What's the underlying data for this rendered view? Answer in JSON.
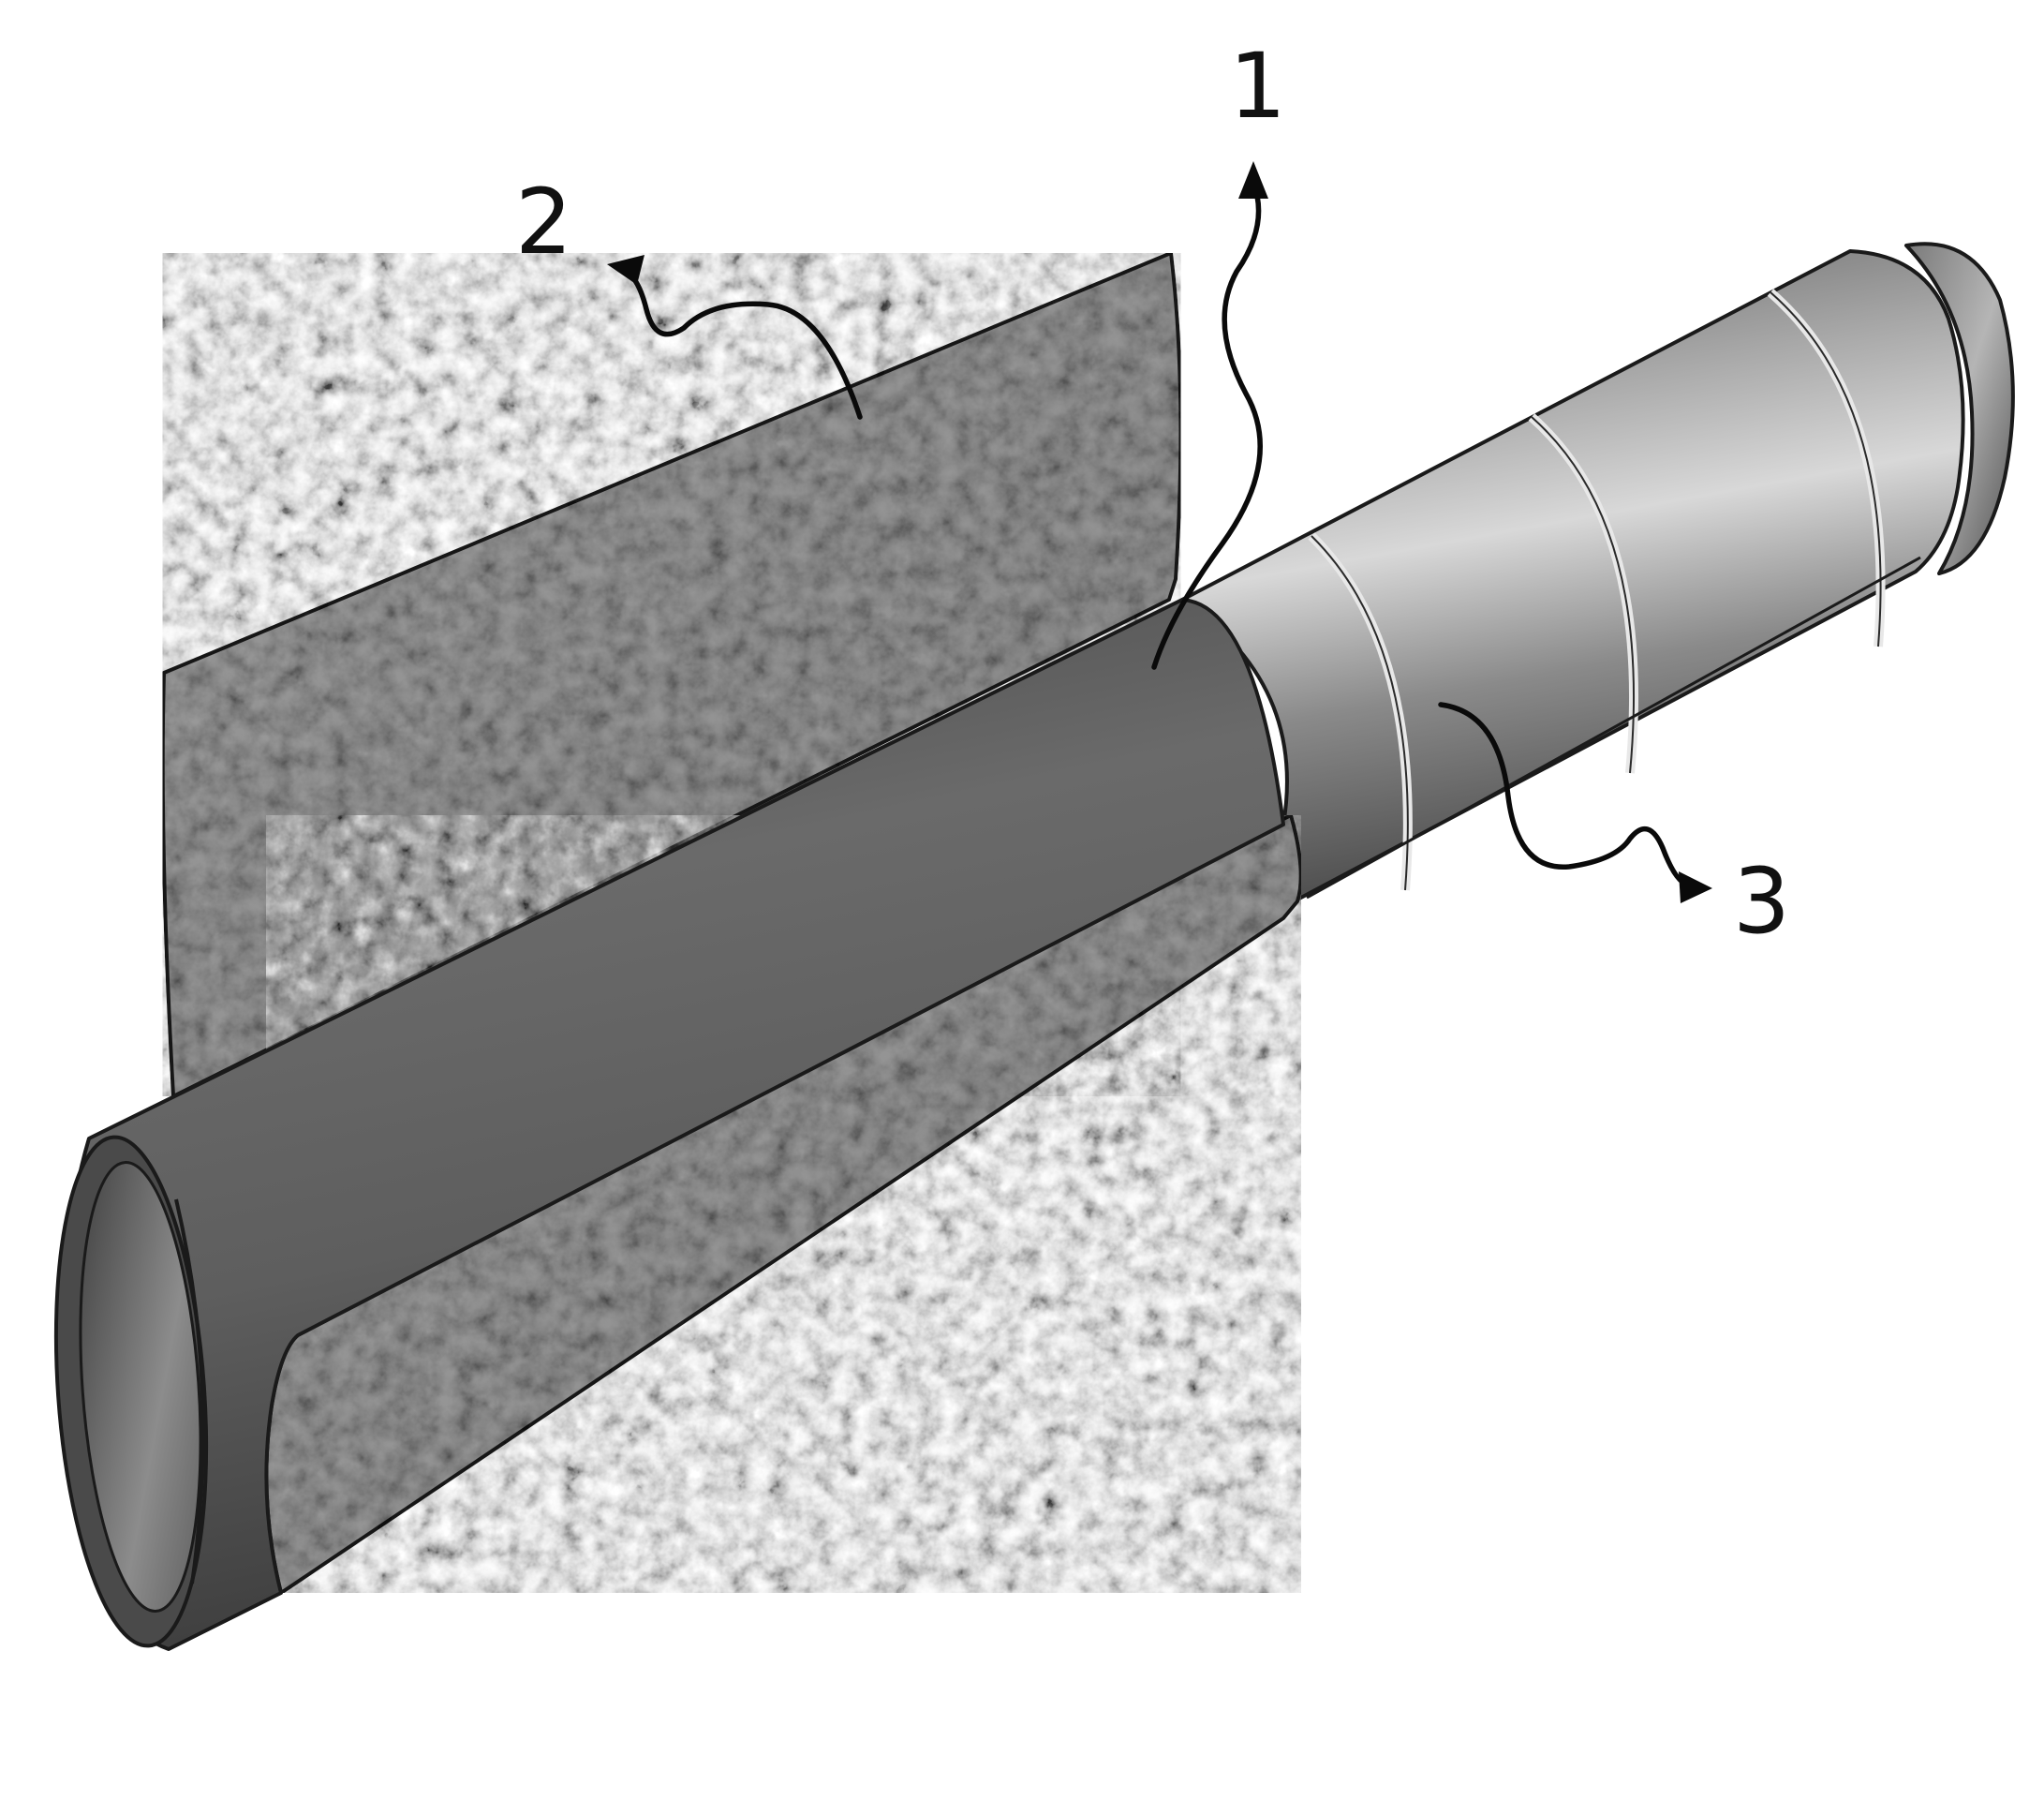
{
  "callouts": [
    {
      "id": "1",
      "label": "1"
    },
    {
      "id": "2",
      "label": "2"
    },
    {
      "id": "3",
      "label": "3"
    }
  ],
  "colors": {
    "background": "#ffffff",
    "inner_pipe": "#5b5b5b",
    "insulation_layer": "#8e8e8e",
    "outer_shell": "#9a9a9a",
    "outline": "#1a1a1a"
  },
  "icons": {
    "arrow": "arrowhead-icon"
  }
}
